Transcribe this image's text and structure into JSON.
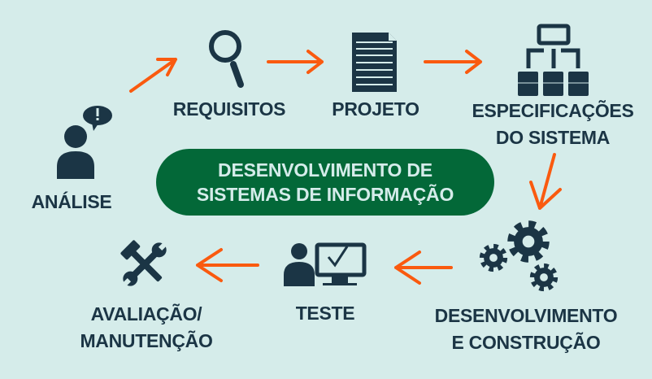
{
  "colors": {
    "background": "#d5ecea",
    "icon": "#1b3545",
    "arrow": "#fa5a0f",
    "pill": "#036838"
  },
  "center": {
    "line1": "DESENVOLVIMENTO DE",
    "line2": "SISTEMAS DE INFORMAÇÃO"
  },
  "steps": [
    {
      "icon": "person-speech-icon",
      "lines": [
        "ANÁLISE"
      ]
    },
    {
      "icon": "magnifier-icon",
      "lines": [
        "REQUISITOS"
      ]
    },
    {
      "icon": "document-icon",
      "lines": [
        "PROJETO"
      ]
    },
    {
      "icon": "hierarchy-icon",
      "lines": [
        "ESPECIFICAÇÕES",
        "DO SISTEMA"
      ]
    },
    {
      "icon": "gears-icon",
      "lines": [
        "DESENVOLVIMENTO",
        "E CONSTRUÇÃO"
      ]
    },
    {
      "icon": "person-computer-check-icon",
      "lines": [
        "TESTE"
      ]
    },
    {
      "icon": "tools-icon",
      "lines": [
        "AVALIAÇÃO/",
        "MANUTENÇÃO"
      ]
    }
  ]
}
